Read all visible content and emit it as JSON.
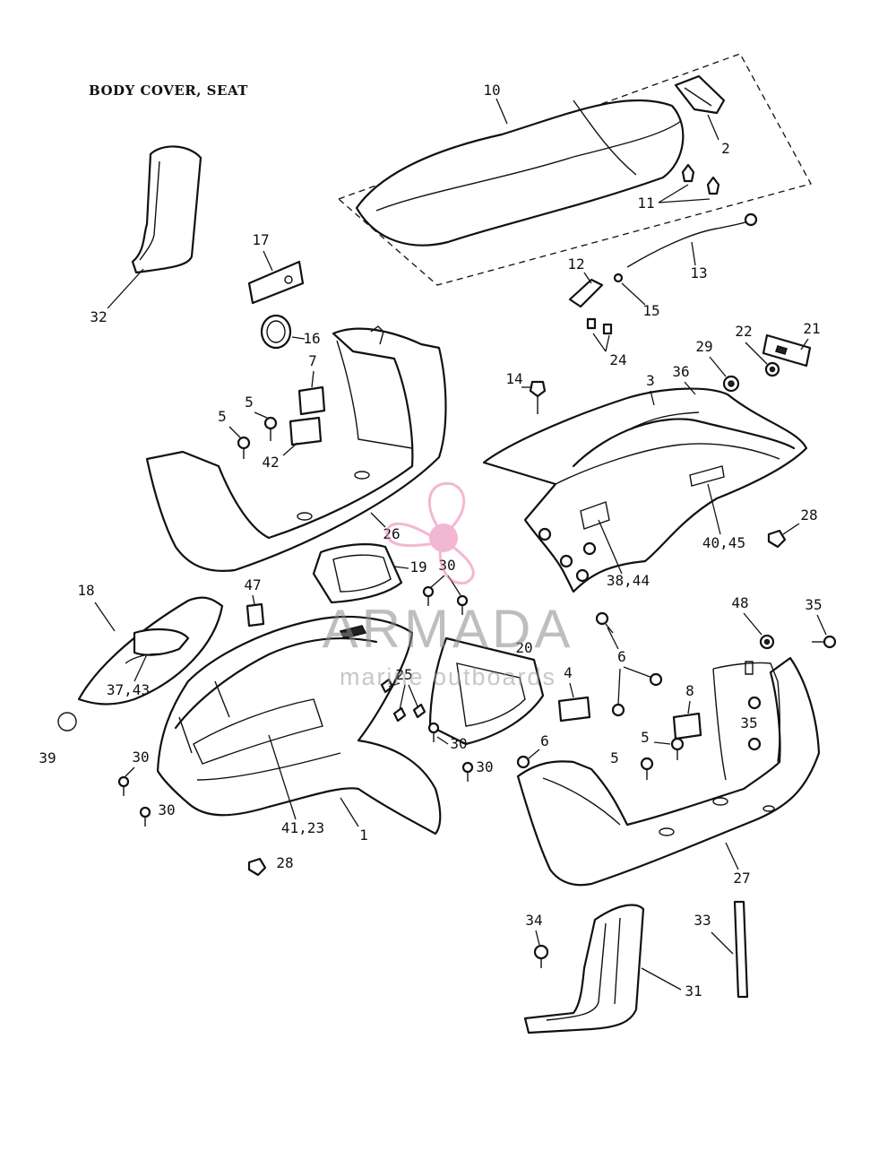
{
  "title": "BODY COVER, SEAT",
  "watermark": {
    "brand": "ARMADA",
    "tagline": "marine outboards",
    "logo_icon": "propeller-icon",
    "logo_color": "#e87fb0"
  },
  "callouts": {
    "c1": "1",
    "c2": "2",
    "c3": "3",
    "c4": "4",
    "c5a": "5",
    "c5b": "5",
    "c5c": "5",
    "c5d": "5",
    "c6a": "6",
    "c6b": "6",
    "c7": "7",
    "c8": "8",
    "c10": "10",
    "c11": "11",
    "c12": "12",
    "c13": "13",
    "c14": "14",
    "c15": "15",
    "c16": "16",
    "c17": "17",
    "c18": "18",
    "c19": "19",
    "c20": "20",
    "c21": "21",
    "c22": "22",
    "c24": "24",
    "c25": "25",
    "c26": "26",
    "c27": "27",
    "c28a": "28",
    "c28b": "28",
    "c29": "29",
    "c30a": "30",
    "c30b": "30",
    "c30c": "30",
    "c30d": "30",
    "c30e": "30",
    "c31": "31",
    "c32": "32",
    "c33": "33",
    "c34": "34",
    "c35a": "35",
    "c35b": "35",
    "c36": "36",
    "c37_43": "37,43",
    "c38_44": "38,44",
    "c39": "39",
    "c40_45": "40,45",
    "c41_23": "41,23",
    "c42": "42",
    "c47": "47",
    "c48": "48"
  }
}
